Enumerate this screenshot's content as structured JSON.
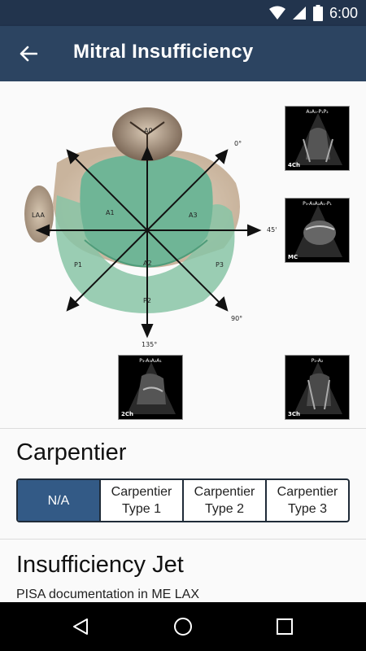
{
  "status_bar": {
    "time": "6:00",
    "icons": [
      "wifi-icon",
      "signal-icon",
      "battery-icon"
    ]
  },
  "app_bar": {
    "title": "Mitral Insufficiency",
    "back_icon": "arrow-left-icon"
  },
  "diagram": {
    "valve_labels": {
      "A0": "A0",
      "A1": "A1",
      "A2": "A2",
      "A3": "A3",
      "P1": "P1",
      "P2": "P2",
      "P3": "P3",
      "LAA": "LAA"
    },
    "angle_labels": {
      "deg0": "0°",
      "deg45": "45°",
      "deg90": "90°",
      "deg135": "135°"
    },
    "echo_views": [
      {
        "label": "4Ch",
        "caption": "A₂A₁-P₁P₂"
      },
      {
        "label": "MC",
        "caption": "P₃-A₃A₂A₁-P₁"
      },
      {
        "label": "2Ch",
        "caption": "P₃-A₃A₂A₁"
      },
      {
        "label": "3Ch",
        "caption": "P₂-A₂"
      }
    ]
  },
  "carpentier": {
    "heading": "Carpentier",
    "options": [
      {
        "line1": "N/A",
        "line2": ""
      },
      {
        "line1": "Carpentier",
        "line2": "Type 1"
      },
      {
        "line1": "Carpentier",
        "line2": "Type 2"
      },
      {
        "line1": "Carpentier",
        "line2": "Type 3"
      }
    ],
    "selected": "N/A"
  },
  "insufficiency": {
    "heading": "Insufficiency Jet",
    "note": "PISA documentation in ME LAX"
  },
  "colors": {
    "app_bar": "#2c4461",
    "status_bar": "#22344d",
    "accent": "#335a86",
    "valve_green": "#6fb596"
  }
}
